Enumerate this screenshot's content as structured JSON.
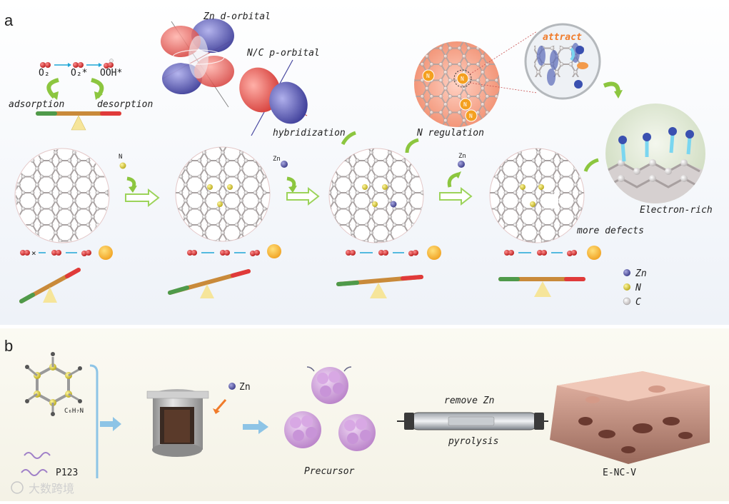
{
  "panels": {
    "a": {
      "letter": "a",
      "oxygen_path": {
        "o2": "O₂",
        "o2_star": "O₂*",
        "ooh_star": "OOH*"
      },
      "adsorption": "adsorption",
      "desorption": "desorption",
      "zn_d_orbital": "Zn d-orbital",
      "nc_p_orbital": "N/C p-orbital",
      "hybridization": "hybridization",
      "n_regulation": "N regulation",
      "attract": "attract",
      "electron_rich": "Electron-rich",
      "more_defects": "more defects",
      "add_n": "N",
      "add_zn_1": "Zn",
      "add_zn_2": "Zn",
      "legend": {
        "zn": "Zn",
        "n": "N",
        "c": "C"
      }
    },
    "b": {
      "letter": "b",
      "formula": "C₆H₇N",
      "p123": "P123",
      "zn": "Zn",
      "precursor": "Precursor",
      "remove_zn": "remove Zn",
      "pyrolysis": "pyrolysis",
      "product": "E-NC-V"
    }
  },
  "watermark": "大数跨境",
  "colors": {
    "zn": "#5a5aa8",
    "n": "#d8c92a",
    "c": "#e6e2e2",
    "arrow_green": "#9cd35a",
    "arrow_blue": "#8dc4e6",
    "bar_green": "#4f9a4a",
    "bar_red": "#e03a3a",
    "bar_mid": "#c98a3a",
    "orbital_blue": "#5050a8",
    "orbital_red": "#e04a4a"
  }
}
